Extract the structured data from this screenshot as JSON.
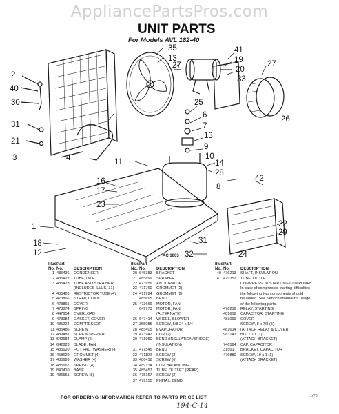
{
  "watermark": "AppliancePartsPros.com",
  "header": {
    "title": "UNIT PARTS",
    "subtitle": "For Models AVL 182-40"
  },
  "figure_code": "AC 1003",
  "callouts": [
    "35",
    "13",
    "27",
    "41",
    "19",
    "20",
    "33",
    "27",
    "2",
    "40",
    "30",
    "31",
    "21",
    "3",
    "4",
    "25",
    "6",
    "7",
    "13",
    "9",
    "10",
    "26",
    "11",
    "14",
    "28",
    "16",
    "17",
    "23",
    "8",
    "42",
    "22",
    "29",
    "1",
    "18",
    "12",
    "31",
    "32",
    "24"
  ],
  "table_headers": {
    "illus": "Illus.",
    "no": "No.",
    "part": "Part",
    "part_no": "No.",
    "description": "DESCRIPTION"
  },
  "columns": [
    {
      "rows": [
        [
          "1",
          "485436",
          "CONDENSER"
        ],
        [
          "2",
          "485422",
          "TUBE, INLET"
        ],
        [
          "3",
          "485423",
          "TUBE AND STRAINER"
        ],
        [
          "",
          "",
          "(INCLUDES ILLUS. 31)"
        ],
        [
          "4",
          "485420",
          "RESTRICTOR TUBE (4)"
        ],
        [
          "5",
          "473866",
          "STRAP, CONN"
        ],
        [
          "6",
          "473865",
          "COVER"
        ],
        [
          "7",
          "473874",
          "SPRING"
        ],
        [
          "8",
          "447654",
          "OVERLOAD"
        ],
        [
          "9",
          "473984",
          "GASKET, COVER"
        ],
        [
          "10",
          "485224",
          "COMPRESSOR"
        ],
        [
          "11",
          "485486",
          "SCREW"
        ],
        [
          "12",
          "489481",
          "SCREW (REPAIR)"
        ],
        [
          "13",
          "642684",
          "CLAMP (2)"
        ],
        [
          "14",
          "642823",
          "BLADE, FAN"
        ],
        [
          "15",
          "485620",
          "HOT PAD (WASHER) (4)"
        ],
        [
          "16",
          "458629",
          "GROMMET (4)"
        ],
        [
          "17",
          "485699",
          "WASHER (4)"
        ],
        [
          "18",
          "485667",
          "SPRING (4)"
        ],
        [
          "19",
          "840410",
          "BASE"
        ],
        [
          "19",
          "486551",
          "SCREW (8)"
        ]
      ]
    },
    {
      "rows": [
        [
          "20",
          "645383",
          "BRACKET"
        ],
        [
          "21",
          "485899",
          "SPRAYER"
        ],
        [
          "22",
          "473956",
          "ANTICIPATOR"
        ],
        [
          "23",
          "471760",
          "GROMMET (2)"
        ],
        [
          "24",
          "471994",
          "GROMMET (2)"
        ],
        [
          "",
          "485695",
          "BEND"
        ],
        [
          "25",
          "473666",
          "MOTOR, FAN"
        ],
        [
          "",
          "649773",
          "MOTOR, FAN"
        ],
        [
          "",
          "",
          "(ALTERNATE)"
        ],
        [
          "26",
          "647414",
          "WHEEL, BLOWER"
        ],
        [
          "27",
          "355085",
          "SCREW, 5/8 24 x 1/4"
        ],
        [
          "28",
          "485405",
          "EVAPORATOR"
        ],
        [
          "29",
          "473947",
          "CLIP (2)"
        ],
        [
          "30",
          "471950",
          "BEND (INSULATION/BRIDGE)"
        ],
        [
          "",
          "",
          "(INSULATION)"
        ],
        [
          "31",
          "471545",
          "BEND"
        ],
        [
          "32",
          "471192",
          "SCREW (2)"
        ],
        [
          "33",
          "486418",
          "SCREW (6)"
        ],
        [
          "34",
          "489134",
          "CLIP, BALANCING"
        ],
        [
          "35",
          "485457",
          "TUBE, OUTLET (REAR)"
        ],
        [
          "36",
          "475167",
          "SCREW (2)"
        ],
        [
          "37",
          "479150",
          "PIGTAIL BEND"
        ]
      ]
    },
    {
      "rows": [
        [
          "40",
          "476213",
          "SHAFT, INSULATION"
        ],
        [
          "41",
          "479352",
          "TUBE, OUTLET"
        ],
        [
          "",
          "",
          ""
        ],
        [
          "",
          "",
          "COMPRESSOR STARTING COMPONENTS"
        ],
        [
          "",
          "",
          ""
        ],
        [
          "",
          "",
          "In case of compressor starting difficulties"
        ],
        [
          "",
          "",
          "the following two components should"
        ],
        [
          "",
          "",
          "be added. See Service Manual for usage"
        ],
        [
          "",
          "",
          "of the following parts."
        ],
        [
          "",
          "",
          ""
        ],
        [
          "",
          "476216",
          "RELAY, STARTING"
        ],
        [
          "",
          "481619",
          "CAPACITOR, STARTING"
        ],
        [
          "",
          "483099",
          "COVER"
        ],
        [
          "",
          "",
          "SCREW, 8 x 7/8 (5)"
        ],
        [
          "",
          "481614",
          "(ATTACH RELAY & COVER"
        ],
        [
          "",
          "983141",
          "BUTT. LT (1)"
        ],
        [
          "",
          "",
          "(ATTACH BRACKET)"
        ],
        [
          "",
          "746594",
          "CAP, CAPACITOR"
        ],
        [
          "",
          "31561",
          "BRACKET, CAPACITOR"
        ],
        [
          "",
          "476880",
          "SCREW, 10 x 1 (1)"
        ],
        [
          "",
          "",
          "(ATTACH BRACKET)"
        ]
      ]
    }
  ],
  "footer_text": "FOR ORDERING INFORMATION REFER TO PARTS PRICE LIST",
  "page_id": "1/75",
  "handwritten_note": "194-C-14"
}
